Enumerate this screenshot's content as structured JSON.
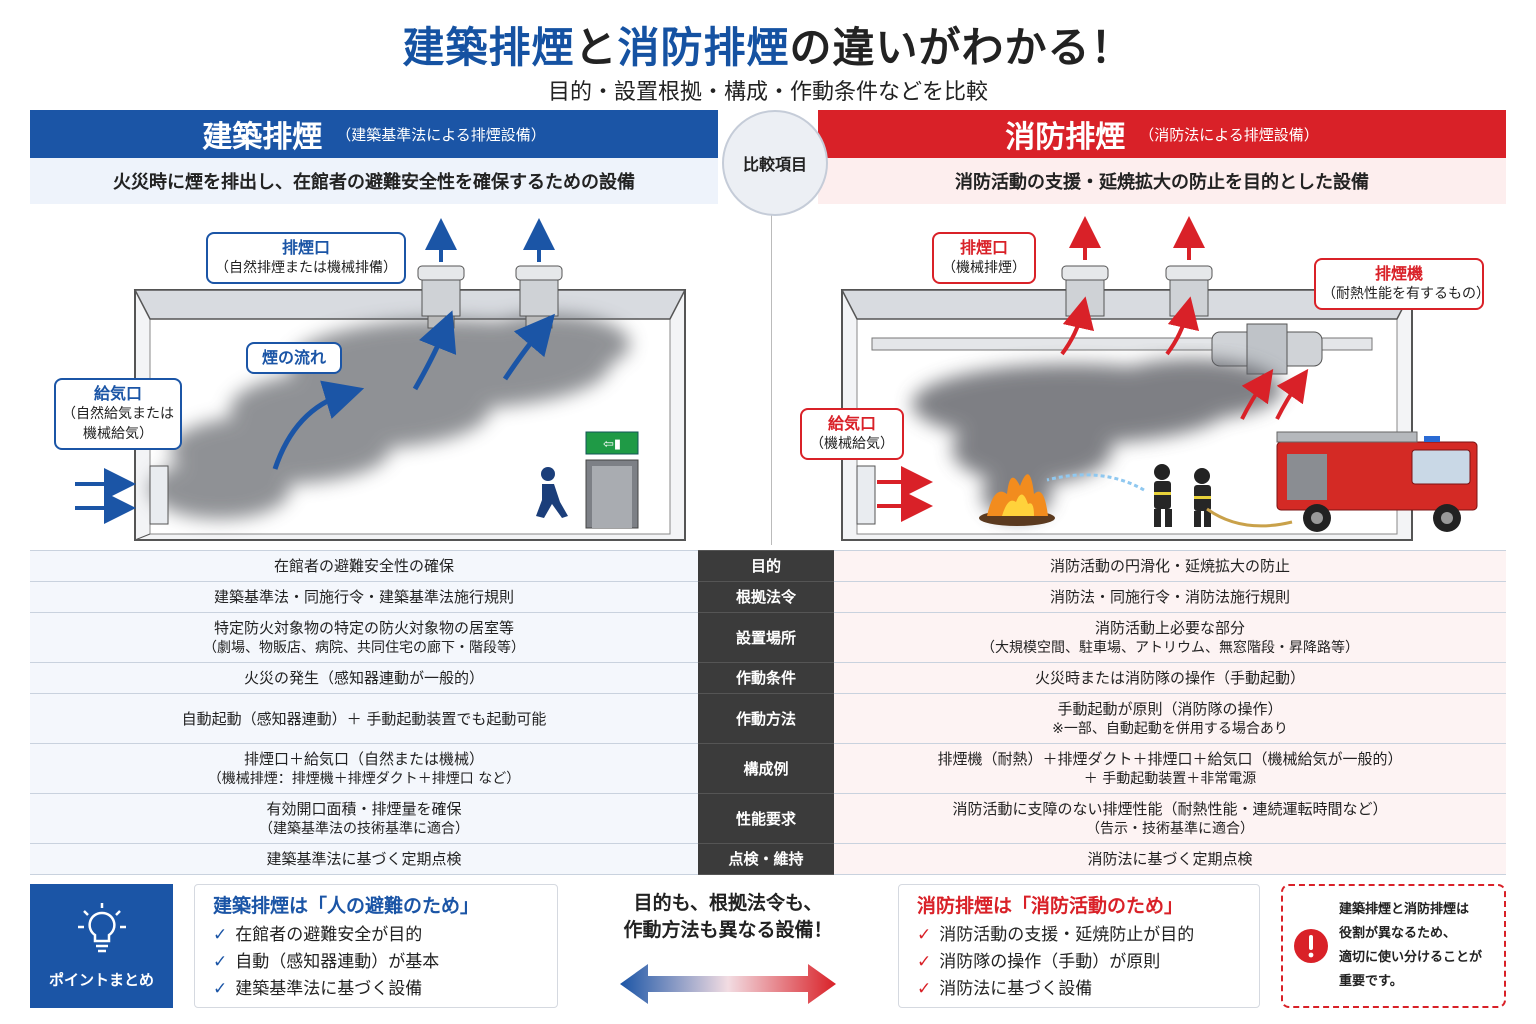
{
  "title": {
    "part1": "建築排煙",
    "part2": "と",
    "part3": "消防排煙",
    "part4": "の違いがわかる！"
  },
  "subtitle": "目的・設置根拠・構成・作動条件などを比較",
  "left": {
    "title": "建築排煙",
    "law": "（建築基準法による排煙設備）",
    "description": "火災時に煙を排出し、在館者の避難安全性を確保するための設備",
    "callouts": {
      "outlet_title": "排煙口",
      "outlet_sub": "（自然排煙または機械排備）",
      "flow": "煙の流れ",
      "inlet_title": "給気口",
      "inlet_sub1": "（自然給気または",
      "inlet_sub2": "機械給気）"
    }
  },
  "compare_label": "比較項目",
  "right": {
    "title": "消防排煙",
    "law": "（消防法による排煙設備）",
    "description": "消防活動の支援・延焼拡大の防止を目的とした設備",
    "callouts": {
      "outlet_title": "排煙口",
      "outlet_sub": "（機械排煙）",
      "fan_title": "排煙機",
      "fan_sub": "（耐熱性能を有するもの）",
      "inlet_title": "給気口",
      "inlet_sub": "（機械給気）"
    }
  },
  "table": [
    {
      "item": "目的",
      "left": [
        "在館者の避難安全性の確保"
      ],
      "right": [
        "消防活動の円滑化・延焼拡大の防止"
      ]
    },
    {
      "item": "根拠法令",
      "left": [
        "建築基準法・同施行令・建築基準法施行規則"
      ],
      "right": [
        "消防法・同施行令・消防法施行規則"
      ]
    },
    {
      "item": "設置場所",
      "left": [
        "特定防火対象物の特定の防火対象物の居室等",
        "（劇場、物販店、病院、共同住宅の廊下・階段等）"
      ],
      "right": [
        "消防活動上必要な部分",
        "（大規模空間、駐車場、アトリウム、無窓階段・昇降路等）"
      ]
    },
    {
      "item": "作動条件",
      "left": [
        "火災の発生（感知器連動が一般的）"
      ],
      "right": [
        "火災時または消防隊の操作（手動起動）"
      ]
    },
    {
      "item": "作動方法",
      "left": [
        "自動起動（感知器連動）＋ 手動起動装置でも起動可能"
      ],
      "right": [
        "手動起動が原則（消防隊の操作）",
        "※一部、自動起動を併用する場合あり"
      ]
    },
    {
      "item": "構成例",
      "left": [
        "排煙口＋給気口（自然または機械）",
        "（機械排煙：排煙機＋排煙ダクト＋排煙口 など）"
      ],
      "right": [
        "排煙機（耐熱）＋排煙ダクト＋排煙口＋給気口（機械給気が一般的）",
        "＋ 手動起動装置＋非常電源"
      ]
    },
    {
      "item": "性能要求",
      "left": [
        "有効開口面積・排煙量を確保",
        "（建築基準法の技術基準に適合）"
      ],
      "right": [
        "消防活動に支障のない排煙性能（耐熱性能・連続運転時間など）",
        "（告示・技術基準に適合）"
      ]
    },
    {
      "item": "点検・維持",
      "left": [
        "建築基準法に基づく定期点検"
      ],
      "right": [
        "消防法に基づく定期点検"
      ]
    }
  ],
  "summary": {
    "label": "ポイントまとめ",
    "left_title": "建築排煙は「人の避難のため」",
    "left_items": [
      "在館者の避難安全が目的",
      "自動（感知器連動）が基本",
      "建築基準法に基づく設備"
    ],
    "middle_line1": "目的も、根拠法令も、",
    "middle_line2": "作動方法も異なる設備！",
    "right_title": "消防排煙は「消防活動のため」",
    "right_items": [
      "消防活動の支援・延焼防止が目的",
      "消防隊の操作（手動）が原則",
      "消防法に基づく設備"
    ],
    "warning_lines": [
      "建築排煙と消防排煙は",
      "役割が異なるため、",
      "適切に使い分けることが",
      "重要です。"
    ]
  },
  "colors": {
    "blue": "#1b55a6",
    "red": "#d92128",
    "dark": "#3b3b3b"
  }
}
